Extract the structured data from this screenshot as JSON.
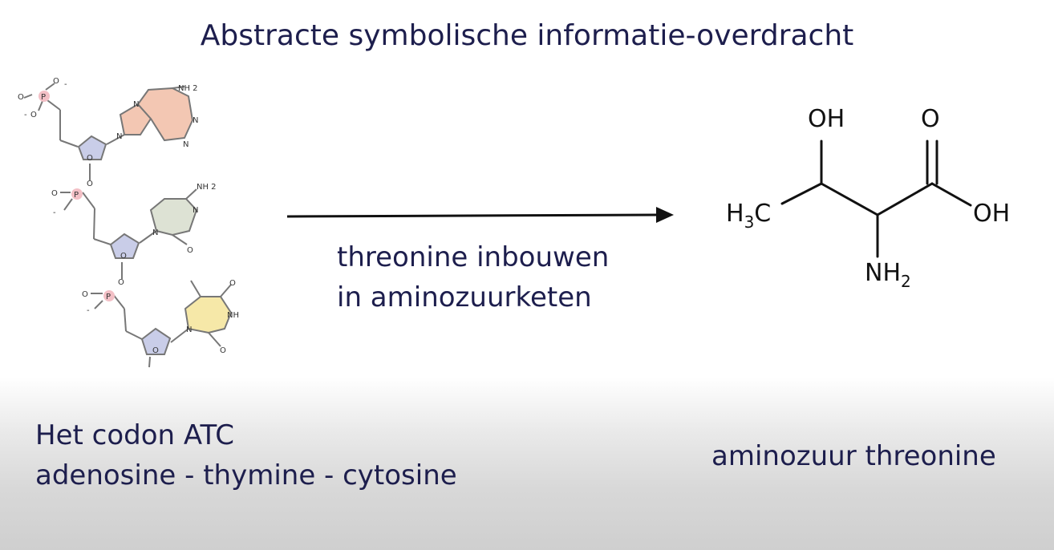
{
  "title": "Abstracte symbolische informatie-overdracht",
  "arrow_label": {
    "line1": "threonine inbouwen",
    "line2": "in aminozuurketen"
  },
  "codon_caption": {
    "line1": "Het codon ATC",
    "line2": "adenosine - thymine - cytosine"
  },
  "amino_caption": "aminozuur threonine",
  "threonine": {
    "oh_top": "OH",
    "o_top": "O",
    "ch3_main": "H",
    "ch3_sub": "3",
    "ch3_tail": "C",
    "oh_right": "OH",
    "nh2_main": "NH",
    "nh2_sub": "2"
  },
  "dna": {
    "nh2": "NH 2",
    "n": "N",
    "o": "O",
    "p": "P",
    "nh": "NH",
    "minus": "-"
  },
  "colors": {
    "text": "#1d1e4d",
    "adenine_fill": "#f3c7b3",
    "cytosine_fill": "#dde2d4",
    "thymine_fill": "#f6e8a8",
    "sugar_fill": "#c9cde8",
    "phosphate_fill": "#f3c0c6"
  }
}
